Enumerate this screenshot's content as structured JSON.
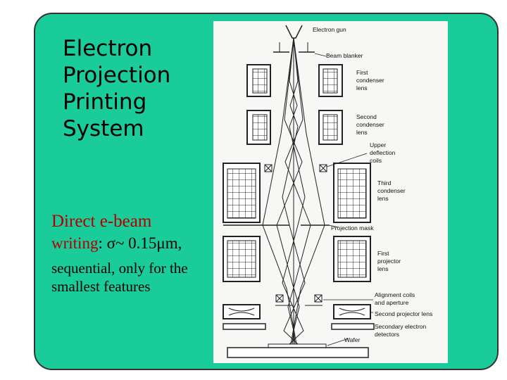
{
  "slide": {
    "title_lines": [
      "Electron",
      "Projection",
      "Printing",
      "System"
    ],
    "body": {
      "emphasis": "Direct e-beam",
      "writing_word": "writing",
      "writing_rest": ": σ~ 0.15μm,",
      "description": "sequential, only for the smallest features"
    }
  },
  "diagram": {
    "labels": {
      "electron_gun": "Electron gun",
      "beam_blanker": "Beam blanker",
      "first_condenser": [
        "First",
        "condenser",
        "lens"
      ],
      "second_condenser": [
        "Second",
        "condenser",
        "lens"
      ],
      "upper_deflection": [
        "Upper",
        "deflection",
        "coils"
      ],
      "third_condenser": [
        "Third",
        "condenser",
        "lens"
      ],
      "projection_mask": "Projection mask",
      "first_projector": [
        "First",
        "projector",
        "lens"
      ],
      "alignment": [
        "Alignment coils",
        "and aperture"
      ],
      "second_projector": "Second projector lens",
      "secondary_detectors": [
        "Secondary electron",
        "detectors"
      ],
      "wafer": "Wafer"
    }
  },
  "colors": {
    "panel": "#19cc99",
    "accent_red": "#b20000",
    "diagram_bg": "#f7f7f5"
  }
}
